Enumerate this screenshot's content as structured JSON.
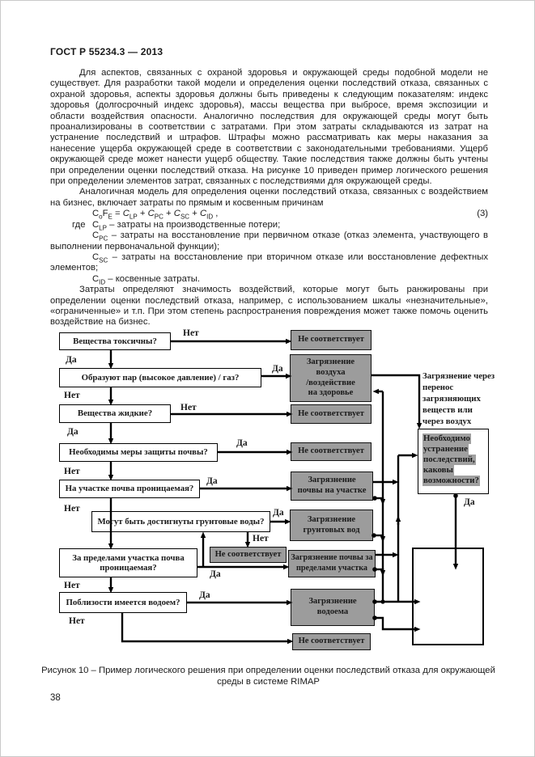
{
  "page": {
    "header": "ГОСТ Р 55234.3 — 2013",
    "page_number": "38"
  },
  "body": {
    "p1": "Для аспектов, связанных с охраной здоровья и окружающей среды подобной модели не существует. Для разработки такой модели и определения оценки последствий отказа, связанных с охраной здоровья, аспекты здоровья должны быть приведены к следующим показателям: индекс здоровья (долгосрочный индекс здоровья), массы вещества при выбросе, время экспозиции и области воздействия опасности. Аналогично последствия для окружающей среды могут быть проанализированы в соответствии с затратами. При этом затраты складываются из затрат на устранение последствий и штрафов. Штрафы можно рассматривать как меры наказания за нанесение ущерба окружающей среде в соответствии с законодательными требованиями. Ущерб окружающей среде может нанести ущерб обществу. Такие последствия также должны быть учтены при определении оценки последствий отказа. На рисунке 10 приведен пример логического решения при определении элементов затрат, связанных с последствиями для окружающей среды.",
    "p2": "Аналогичная модель для определения оценки последствий отказа, связанных с воздействием на бизнес, включает затраты по прямым и косвенным причинам",
    "formula": {
      "c1": "C",
      "s1": "o",
      "c2": "F",
      "s2": "E",
      "eq": " = ",
      "c3": "C",
      "s3": "LP",
      "p1": " + ",
      "c4": "C",
      "s4": "PC",
      "p2": " + ",
      "c5": "C",
      "s5": "SC",
      "p3": " + ",
      "c6": "C",
      "s6": "ID",
      "tail": "  ,",
      "number": "(3)"
    },
    "where_label": "где",
    "definitions": [
      {
        "c": "C",
        "sub": "LP",
        "text": " – затраты на производственные потери;"
      },
      {
        "c": "C",
        "sub": "PC",
        "text": " – затраты на восстановление при первичном отказе (отказ элемента, участвующего в выполнении первоначальной функции);"
      },
      {
        "c": "C",
        "sub": "SC",
        "text": " – затраты на восстановление при вторичном отказе или восстановление дефектных элементов;"
      },
      {
        "c": "C",
        "sub": "ID",
        "text": " – косвенные затраты."
      }
    ],
    "p3": "Затраты определяют значимость воздействий, которые могут быть ранжированы при определении оценки последствий отказа, например, с использованием шкалы «незначительные», «ограниченные» и т.п. При этом степень распространения повреждения может также помочь оценить воздействие на бизнес."
  },
  "flowchart": {
    "questions": {
      "q1": "Вещества токсичны?",
      "q2": "Образуют пар (высокое давление) / газ?",
      "q3": "Вещества жидкие?",
      "q4": "Необходимы меры защиты почвы?",
      "q5": "На участке почва проницаемая?",
      "q6": "Могут быть достигнуты грунтовые воды?",
      "q7": "За пределами участка почва\nпроницаемая?",
      "q8": "Поблизости имеется водоем?"
    },
    "results": {
      "g1": "Не соответствует",
      "g2": "Загрязнение\nвоздуха\n/воздействие\nна здоровье",
      "g3": "Не соответствует",
      "g4": "Не соответствует",
      "g5": "Загрязнение\nпочвы на участке",
      "g6": "Загрязнение\nгрунтовых вод",
      "g7": "Загрязнение почвы за\nпределами участка",
      "g8": "Загрязнение\nводоема",
      "g9": "Не соответствует",
      "gmid": "Не соответствует"
    },
    "side_label": "Загрязнение через\nперенос\nзагрязняющих\nвеществ или\nчерез воздух",
    "decision": {
      "lines": [
        "Необходимо",
        "устранение",
        "последствий,",
        "каковы",
        "возможности?"
      ]
    },
    "labels": {
      "yes": "Да",
      "no": "Нет"
    }
  },
  "caption": "Рисунок 10 – Пример логического решения при определении оценки последствий отказа для окружающей среды в системе RIMAP",
  "colors": {
    "box_gray": "#9c9c9c",
    "line_black": "#000000",
    "page_bg": "#ffffff"
  }
}
